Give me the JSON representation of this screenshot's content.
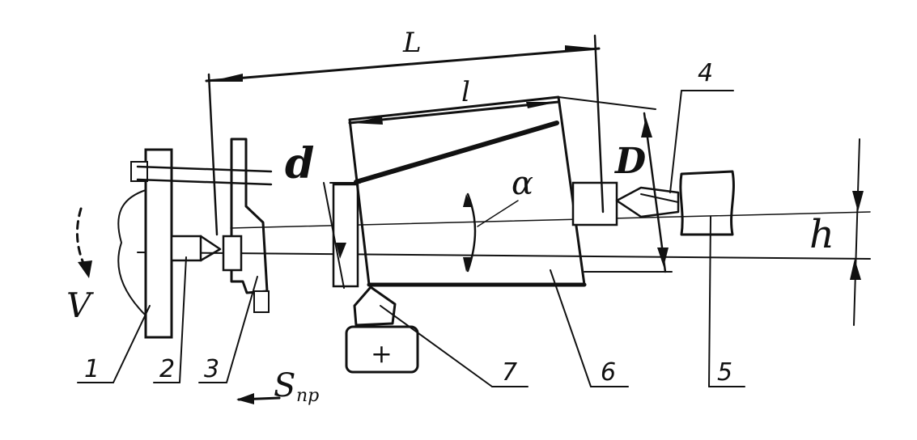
{
  "labels": {
    "dim_L": "L",
    "dim_l": "l",
    "dim_d": "d",
    "dim_D": "D",
    "angle": "α",
    "dim_h": "h",
    "speed_V": "V",
    "feed_S": "S",
    "feed_S_sub": "пр",
    "plus": "+"
  },
  "parts": [
    "1",
    "2",
    "3",
    "4",
    "5",
    "6",
    "7"
  ],
  "colors": {
    "ink": "#111111",
    "paper": "#ffffff"
  }
}
